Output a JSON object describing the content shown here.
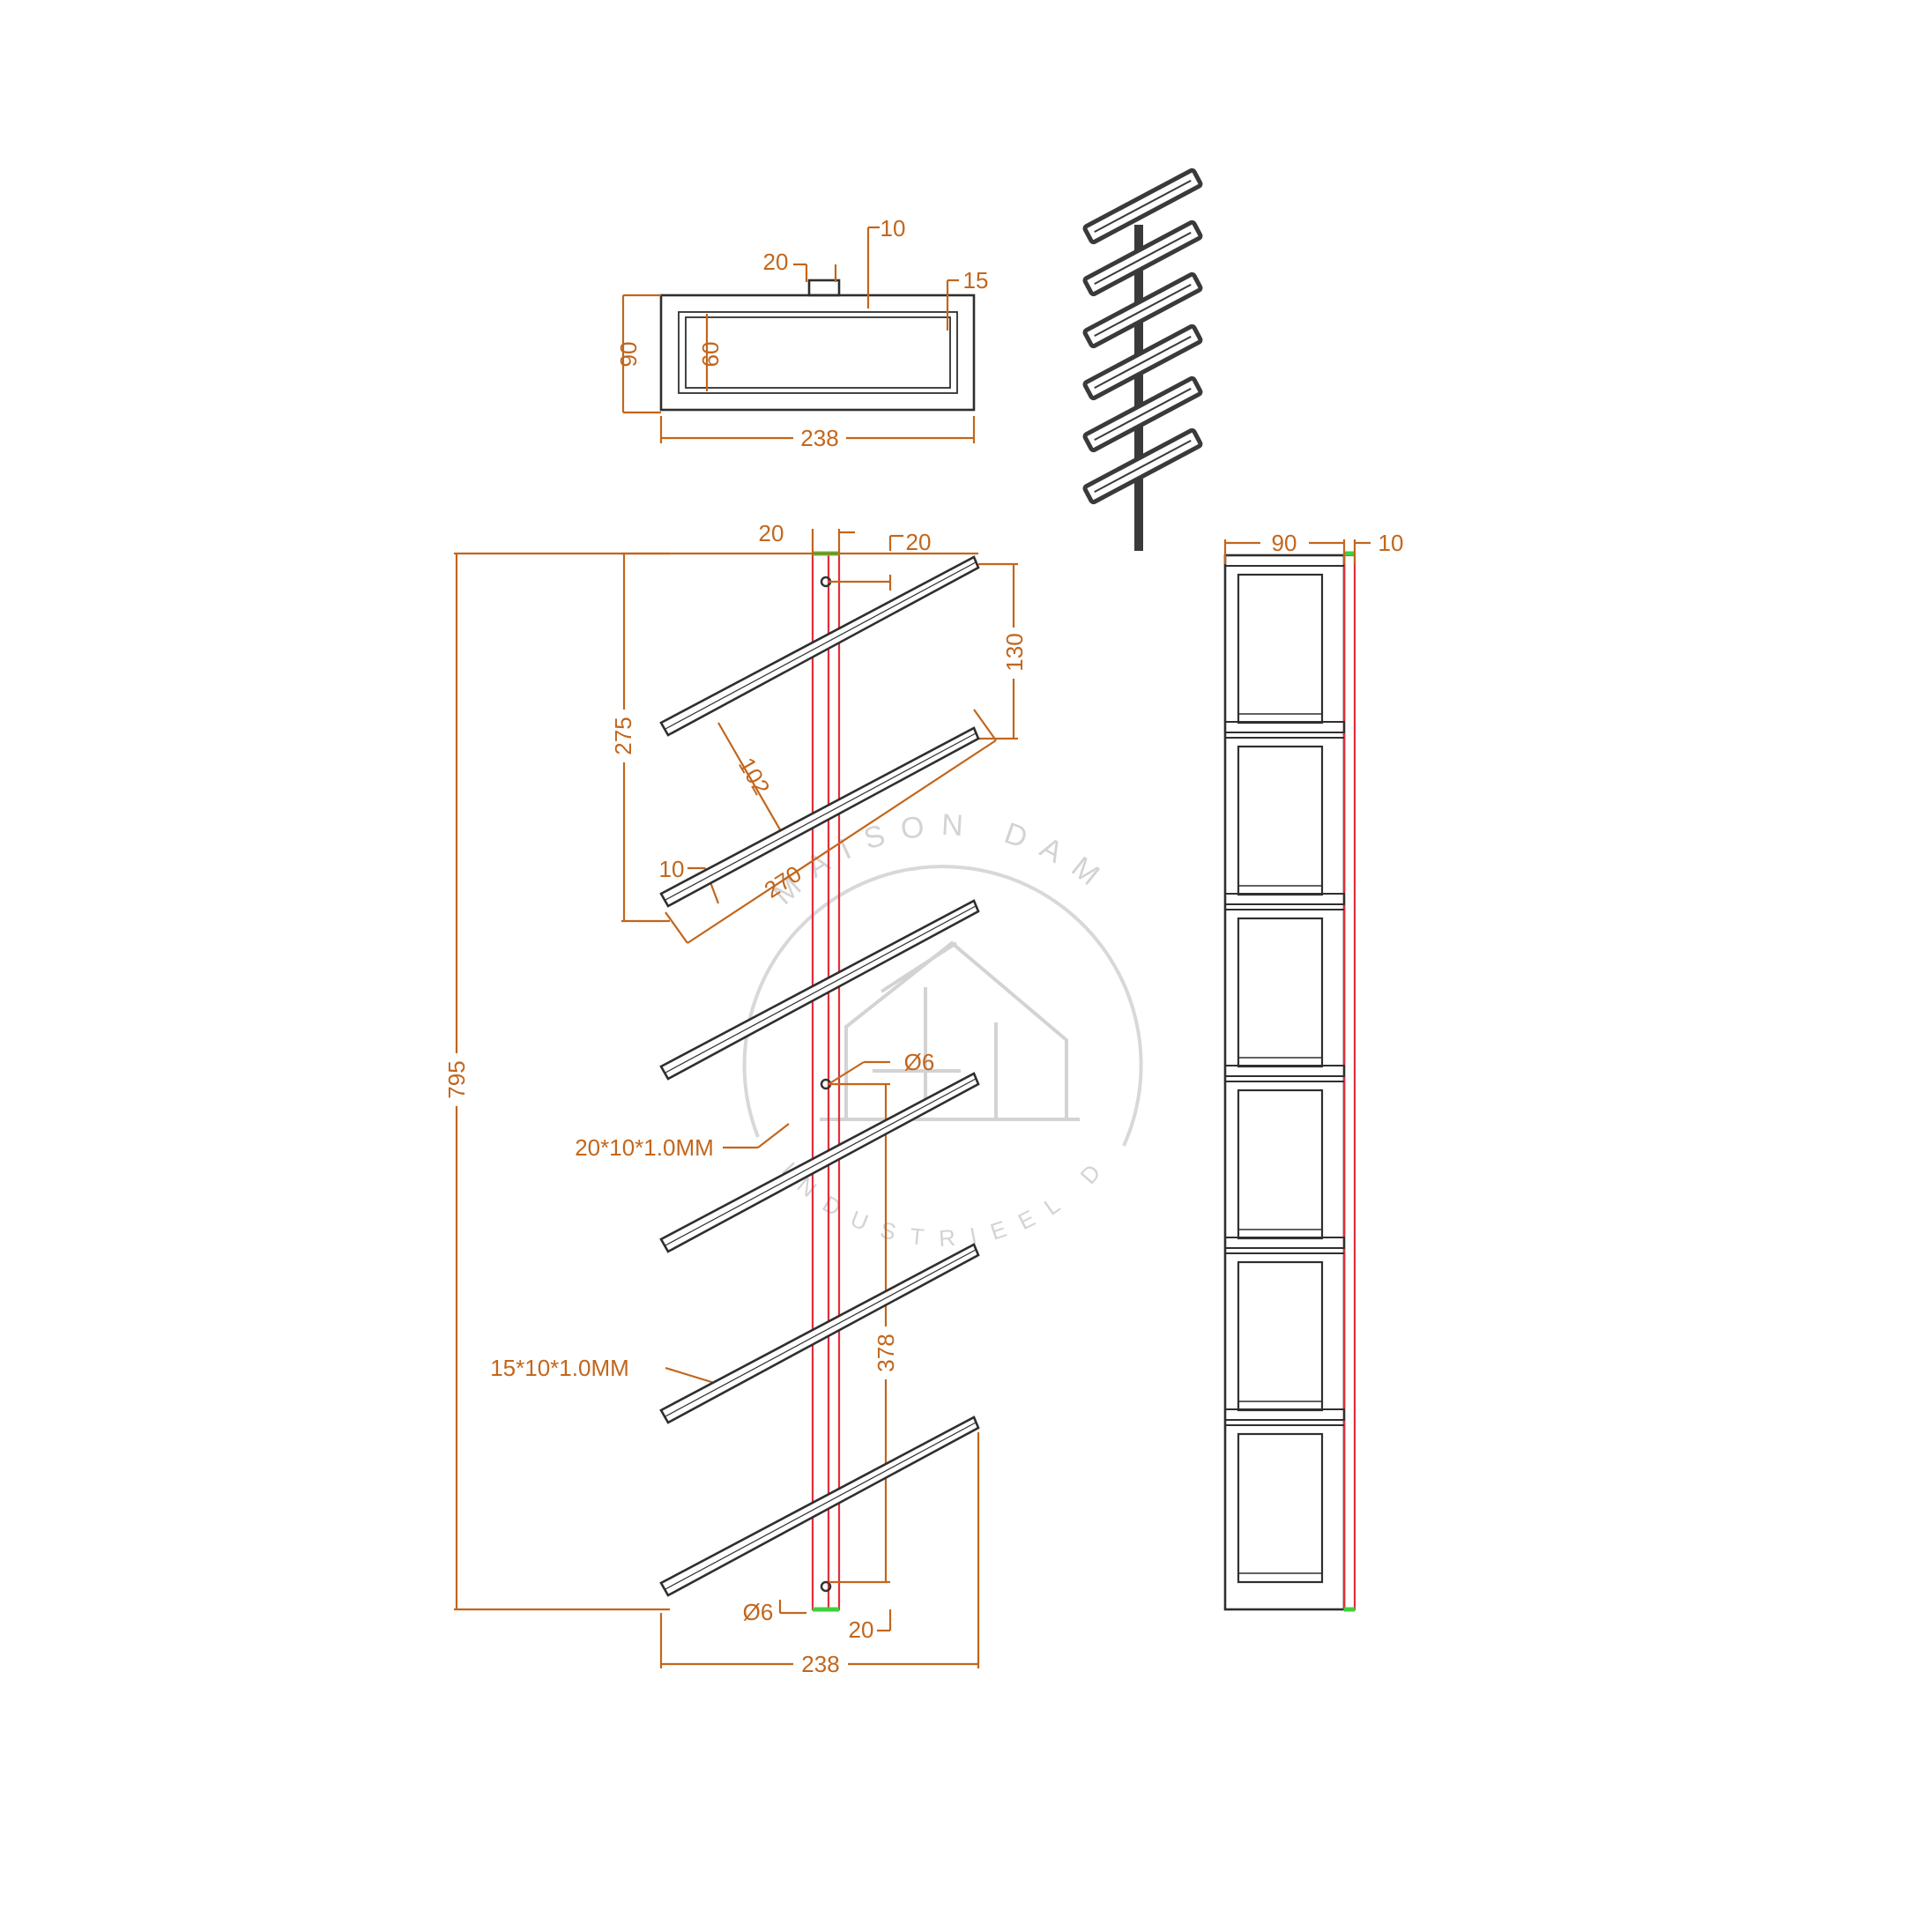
{
  "watermark": {
    "top_text": "MAISON DAM",
    "bottom_text": "INDUSTRIEEL DESIGN"
  },
  "top_view": {
    "dim_10": "10",
    "dim_20": "20",
    "dim_15": "15",
    "dim_90": "90",
    "dim_60": "60",
    "dim_238": "238"
  },
  "front_view": {
    "dim_20_top_left": "20",
    "dim_20_top_right": "20",
    "dim_130": "130",
    "dim_275": "275",
    "dim_102": "102",
    "dim_10": "10",
    "dim_270": "270",
    "dim_795": "795",
    "hole_upper": "Ø6",
    "hole_lower": "Ø6",
    "tube_main": "20*10*1.0MM",
    "tube_arm": "15*10*1.0MM",
    "dim_378": "378",
    "dim_20_bottom": "20",
    "dim_238_bottom": "238"
  },
  "side_view": {
    "dim_90": "90",
    "dim_10": "10"
  }
}
